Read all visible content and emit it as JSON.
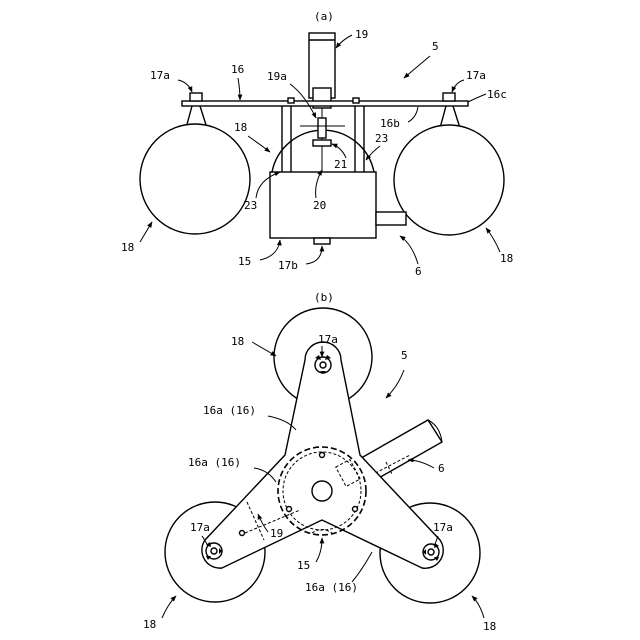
{
  "view_a": {
    "caption": "(a)",
    "labels": {
      "n19": "19",
      "n5": "5",
      "n17a_left": "17a",
      "n17a_right": "17a",
      "n16": "16",
      "n19a": "19a",
      "n16c": "16c",
      "n16b": "16b",
      "n18_mid": "18",
      "n23_right": "23",
      "n21": "21",
      "n23_left": "23",
      "n20": "20",
      "n18_left": "18",
      "n18_right": "18",
      "n15": "15",
      "n17b": "17b",
      "n6": "6"
    }
  },
  "view_b": {
    "caption": "(b)",
    "labels": {
      "n18_top": "18",
      "n17a_top": "17a",
      "n5": "5",
      "n16a_upper": "16a (16)",
      "n16a_mid": "16a (16)",
      "n6": "6",
      "n17a_left": "17a",
      "n17a_right": "17a",
      "n19": "19",
      "n15": "15",
      "n16a_lower": "16a (16)",
      "n18_left": "18",
      "n18_right": "18"
    }
  }
}
